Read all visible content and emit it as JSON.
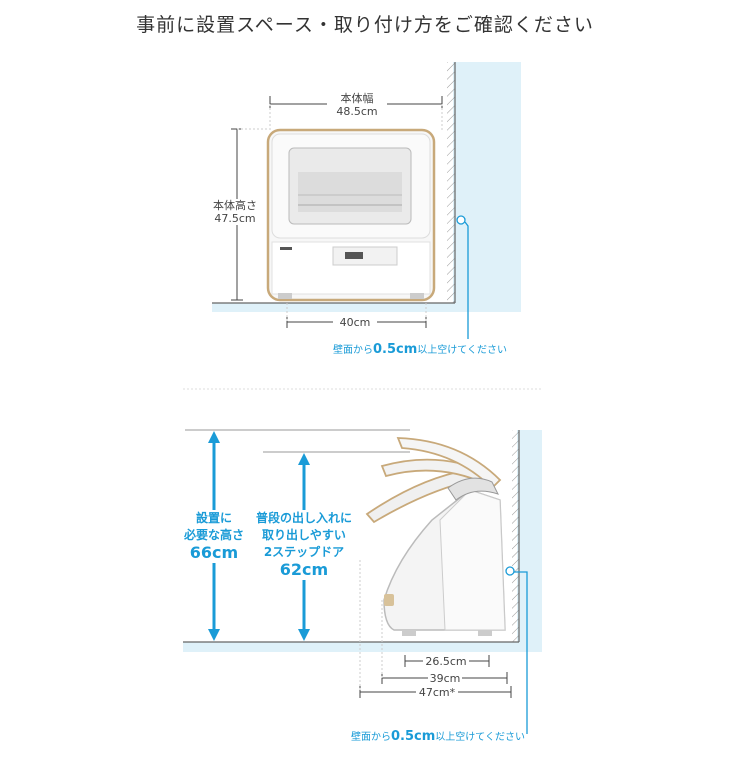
{
  "title": "事前に設置スペース・取り付け方をご確認ください",
  "top": {
    "width_label": "本体幅",
    "width_value": "48.5cm",
    "height_label": "本体高さ",
    "height_value": "47.5cm",
    "depth_value": "40cm",
    "wall_note_prefix": "壁面から",
    "wall_note_value": "0.5cm",
    "wall_note_suffix": "以上空けてください"
  },
  "bottom": {
    "install_label_1": "設置に",
    "install_label_2": "必要な高さ",
    "install_value": "66cm",
    "door_label_1": "普段の出し入れに",
    "door_label_2": "取り出しやすい",
    "door_label_3": "2ステップドア",
    "door_value": "62cm",
    "dim_1": "26.5cm",
    "dim_2": "39cm",
    "dim_3": "47cm*",
    "wall_note_prefix": "壁面から",
    "wall_note_value": "0.5cm",
    "wall_note_suffix": "以上空けてください"
  },
  "colors": {
    "accent": "#1a9bd7",
    "wall": "#dff1f9",
    "trim": "#c8a97a"
  }
}
